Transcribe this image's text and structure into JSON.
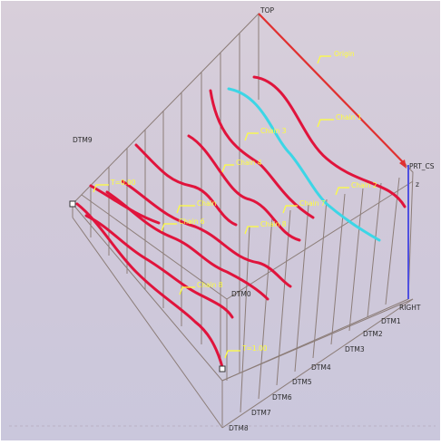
{
  "colors": {
    "bg_top": "#d6cdd9",
    "bg_bottom": "#cdc9db",
    "datum_plane": "#8c7d78",
    "chain_red": "#e0143c",
    "chain_cyan": "#3cd6e6",
    "annotation": "#ffff3a",
    "datum_label": "#2a2a2a",
    "csys_x": "#e03030",
    "csys_z": "#5050e0"
  },
  "labels": {
    "top": "TOP",
    "right": "RIGHT",
    "prt_csys": "PRT_CS",
    "z_axis": "z",
    "dtm9": "DTM9",
    "dtm0": "DTM0",
    "dtm1": "DTM1",
    "dtm2": "DTM2",
    "dtm3": "DTM3",
    "dtm4": "DTM4",
    "dtm5": "DTM5",
    "dtm6": "DTM6",
    "dtm7": "DTM7",
    "dtm8": "DTM8"
  },
  "annotations": {
    "origin": "Origin",
    "chain1": "Chain 1",
    "chain2": "Chain 2",
    "chain3": "Chain 3",
    "chain4": "Chain 4",
    "chain5": "Chain",
    "chain6": "Chain 6",
    "chain7": "Chain 7",
    "chain8": "Chain 8",
    "chain9": "Chain 8",
    "t100": "T=0.00",
    "t100b": "T=1.00"
  }
}
